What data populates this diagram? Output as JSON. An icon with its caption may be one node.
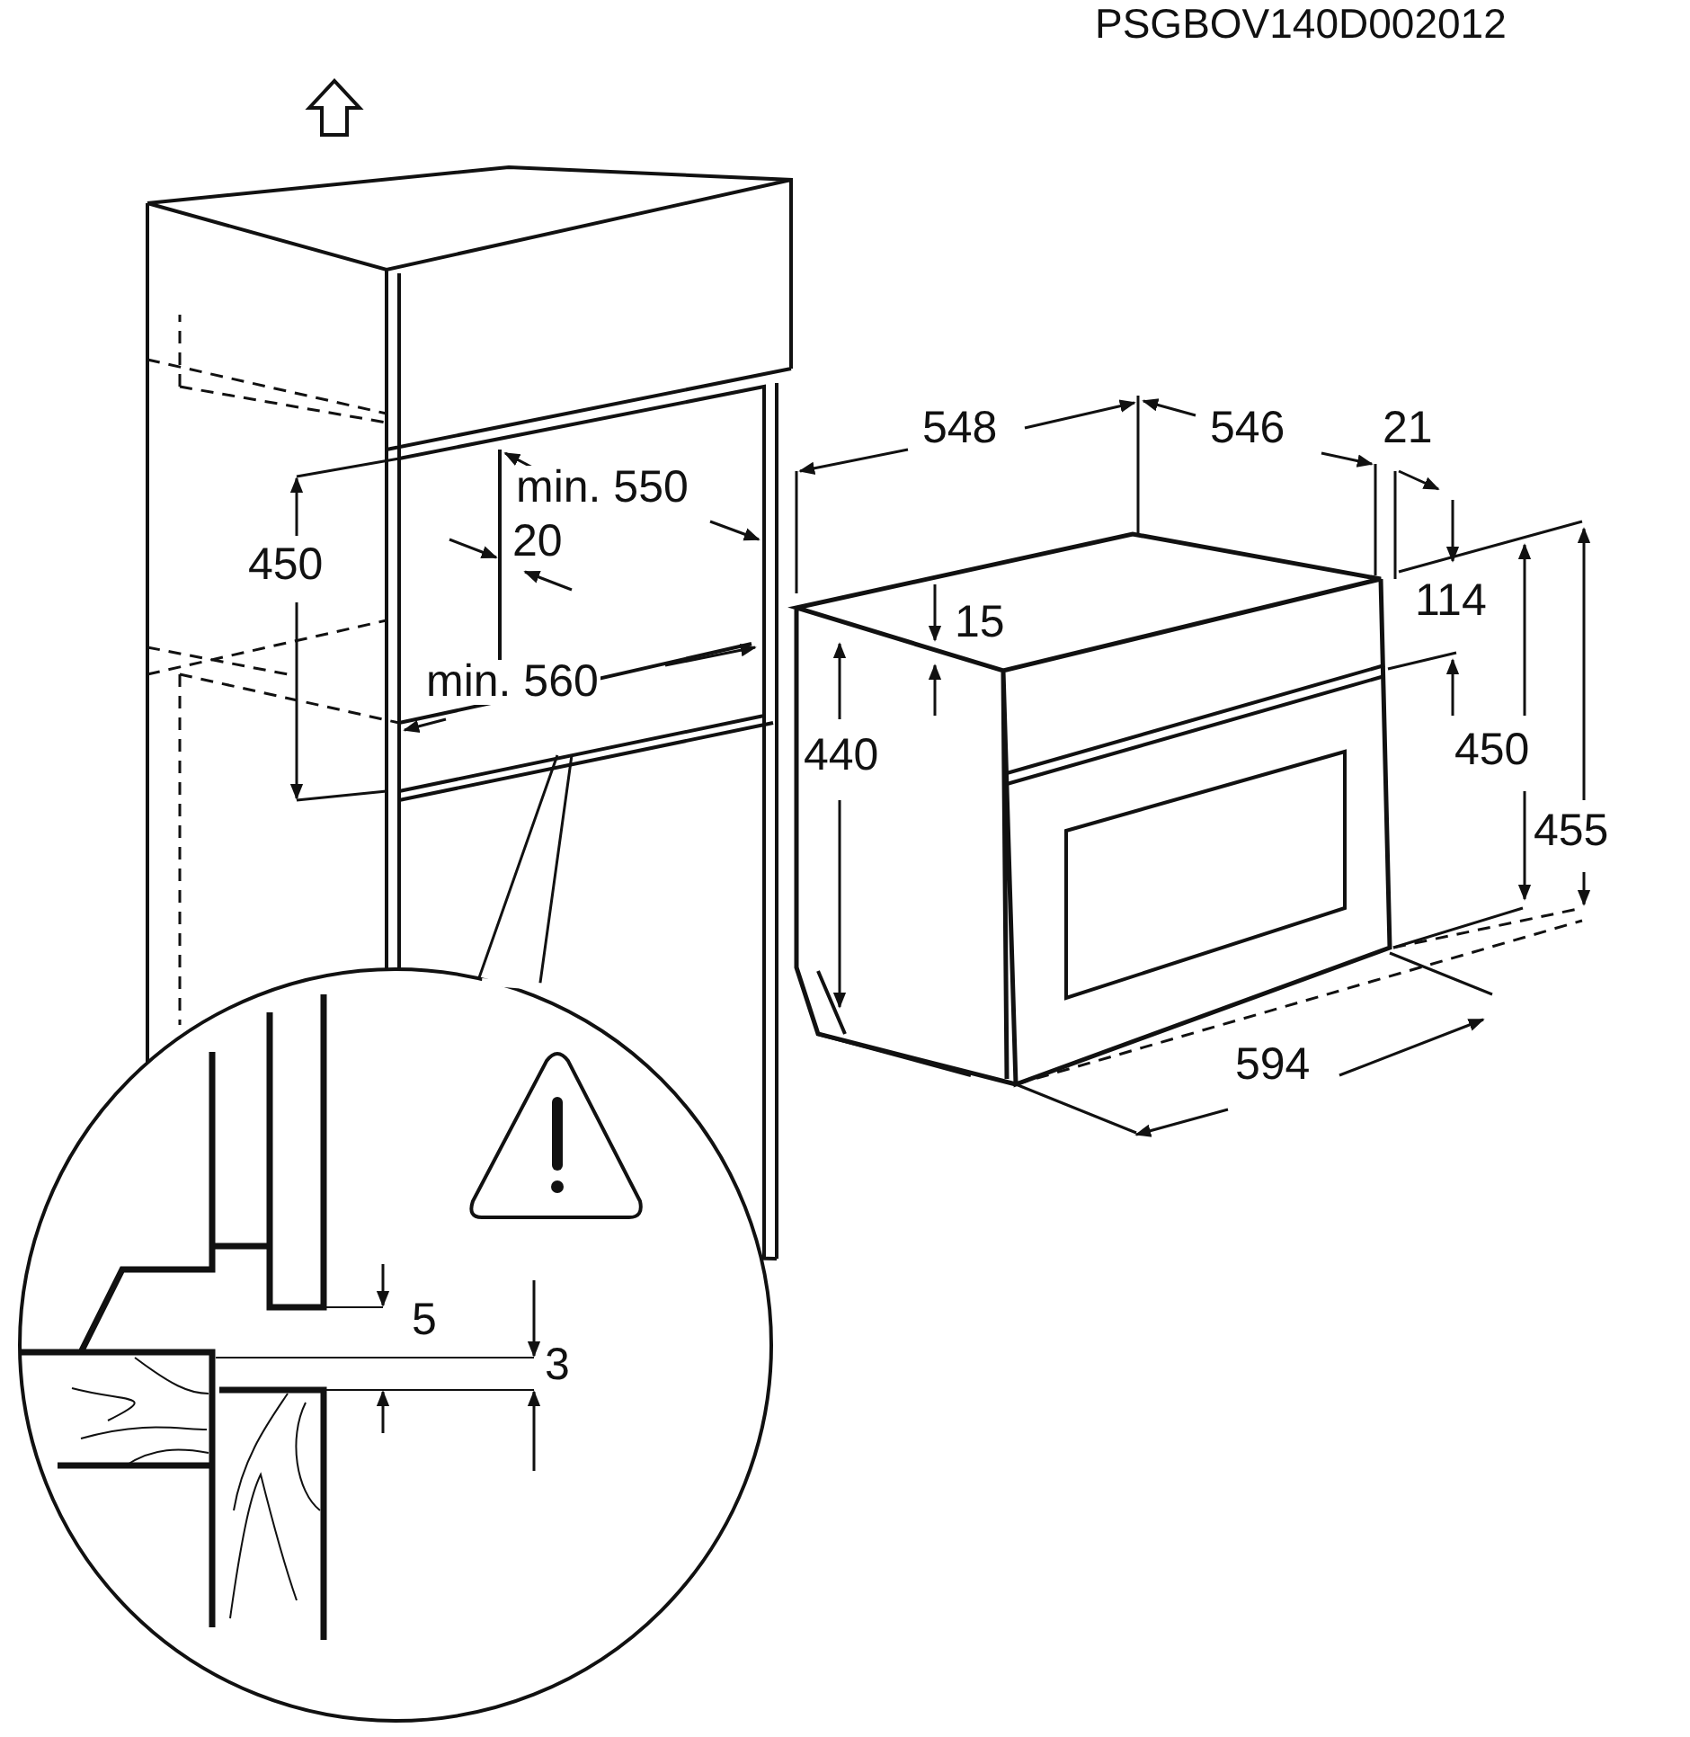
{
  "diagram": {
    "labels": [
      "PSGBOV140D002012",
      "548",
      "546",
      "21",
      "min. 550",
      "450",
      "20",
      "114",
      "15",
      "min. 560",
      "440",
      "450",
      "455",
      "594",
      "5",
      "3"
    ]
  }
}
